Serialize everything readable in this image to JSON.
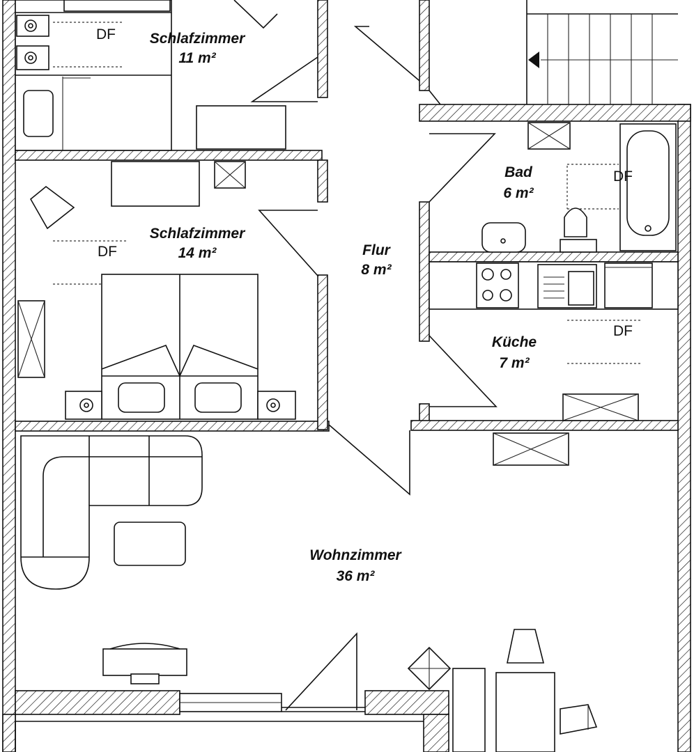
{
  "rooms": {
    "bedroom_small": {
      "name": "Schlafzimmer",
      "area": "11 m²"
    },
    "bedroom_large": {
      "name": "Schlafzimmer",
      "area": "14 m²"
    },
    "hallway": {
      "name": "Flur",
      "area": "8 m²"
    },
    "bathroom": {
      "name": "Bad",
      "area": "6 m²"
    },
    "kitchen": {
      "name": "Küche",
      "area": "7 m²"
    },
    "living": {
      "name": "Wohnzimmer",
      "area": "36 m²"
    }
  },
  "labels": {
    "df": "DF"
  }
}
